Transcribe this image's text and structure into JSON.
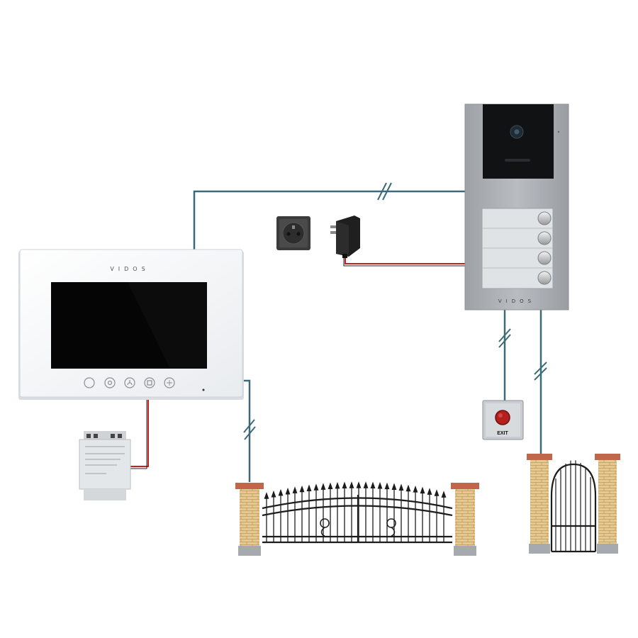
{
  "monitor": {
    "brand": "VIDOS"
  },
  "door_station": {
    "brand": "VIDOS"
  },
  "exit_button": {
    "label": "EXIT"
  },
  "colors": {
    "signal_wire": "#3e6a78",
    "power_wire_red": "#c8201c",
    "power_wire_black": "#222222",
    "brick": "#e3c58a",
    "brick_cap": "#c0664a",
    "gate_iron": "#1c1c1c",
    "station_panel": "#a7abb0"
  },
  "icons": [
    "power-socket-icon",
    "power-adapter-icon",
    "din-power-supply-icon",
    "exit-button-icon"
  ]
}
